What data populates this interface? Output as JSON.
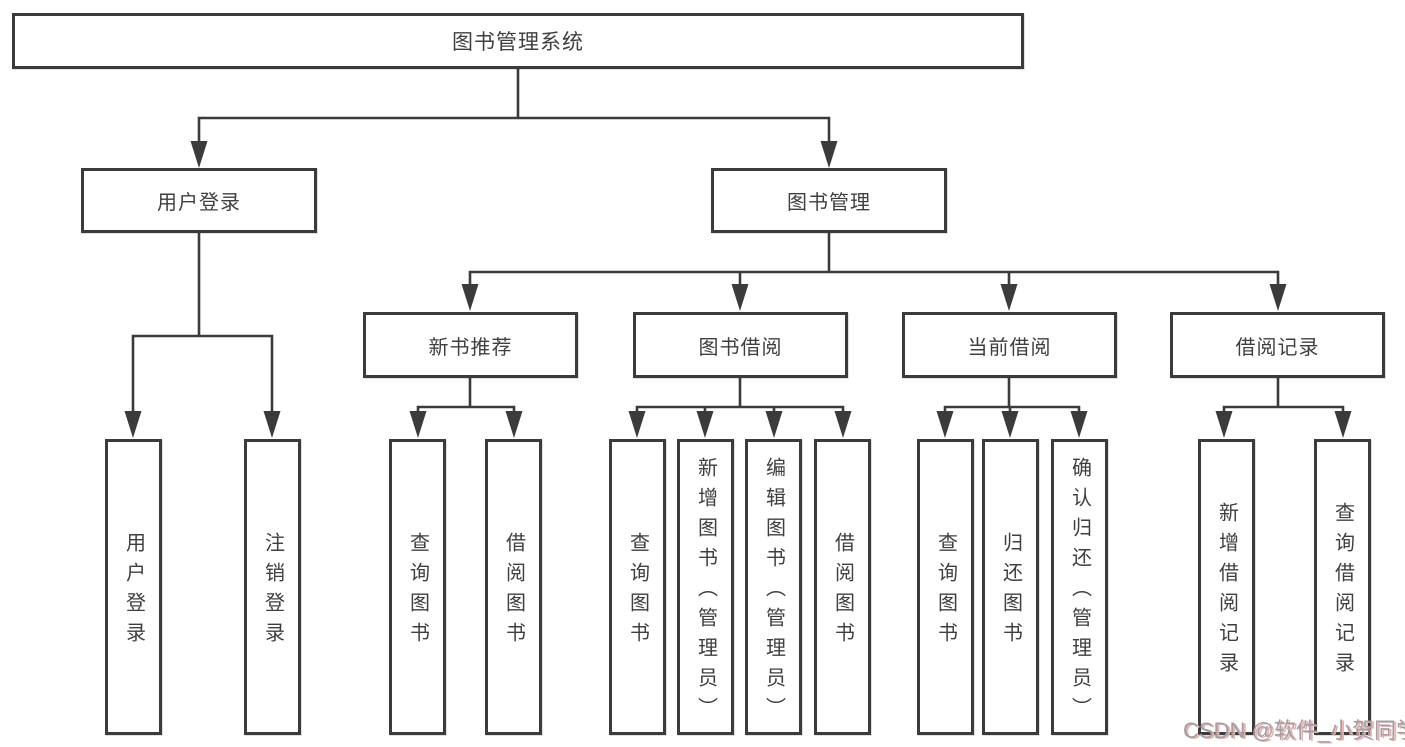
{
  "diagram_title": "图书管理系统",
  "colors": {
    "line": "#3b3b3e",
    "box_border": "#3b3b3e",
    "box_fill": "#ffffff",
    "text": "#3f3f42",
    "watermark_text": "#9da0a8",
    "watermark_shadow": "#eeada6"
  },
  "root": {
    "label": "图书管理系统"
  },
  "level2": [
    {
      "label": "用户登录"
    },
    {
      "label": "图书管理"
    }
  ],
  "level3": [
    {
      "label": "新书推荐",
      "parent": "图书管理"
    },
    {
      "label": "图书借阅",
      "parent": "图书管理"
    },
    {
      "label": "当前借阅",
      "parent": "图书管理"
    },
    {
      "label": "借阅记录",
      "parent": "图书管理"
    }
  ],
  "leaves": [
    {
      "label": "用户登录",
      "parent": "用户登录"
    },
    {
      "label": "注销登录",
      "parent": "用户登录"
    },
    {
      "label": "查询图书",
      "parent": "新书推荐"
    },
    {
      "label": "借阅图书",
      "parent": "新书推荐"
    },
    {
      "label": "查询图书",
      "parent": "图书借阅"
    },
    {
      "label": "新增图书（管理员）",
      "parent": "图书借阅"
    },
    {
      "label": "编辑图书（管理员）",
      "parent": "图书借阅"
    },
    {
      "label": "借阅图书",
      "parent": "图书借阅"
    },
    {
      "label": "查询图书",
      "parent": "当前借阅"
    },
    {
      "label": "归还图书",
      "parent": "当前借阅"
    },
    {
      "label": "确认归还（管理员）",
      "parent": "当前借阅"
    },
    {
      "label": "新增借阅记录",
      "parent": "借阅记录"
    },
    {
      "label": "查询借阅记录",
      "parent": "借阅记录"
    }
  ],
  "watermark": {
    "text": "CSDN @软件_小贺同学"
  }
}
